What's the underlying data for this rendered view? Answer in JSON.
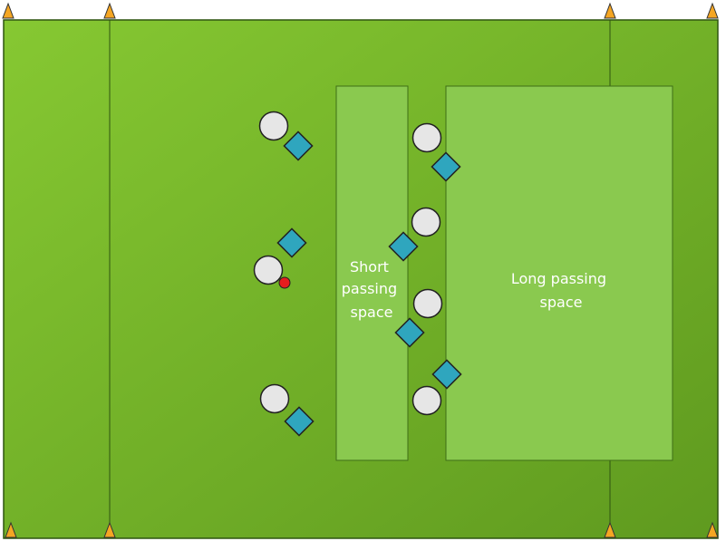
{
  "zones": {
    "short": {
      "lines": [
        "Short",
        "passing",
        "space"
      ]
    },
    "long": {
      "lines": [
        "Long passing",
        "space"
      ]
    }
  },
  "colors": {
    "field_light": "#86c832",
    "field_dark": "#5f9a1f",
    "zone_fill": "#8ac94f",
    "zone_stroke": "#3f6e16",
    "cone": "#f5a623",
    "player_circle": "#e6e6e6",
    "player_diamond": "#2fa6be",
    "ball": "#e61e1e"
  },
  "icons": [
    "cone-icon",
    "player-circle-icon",
    "player-diamond-icon",
    "ball-icon"
  ]
}
